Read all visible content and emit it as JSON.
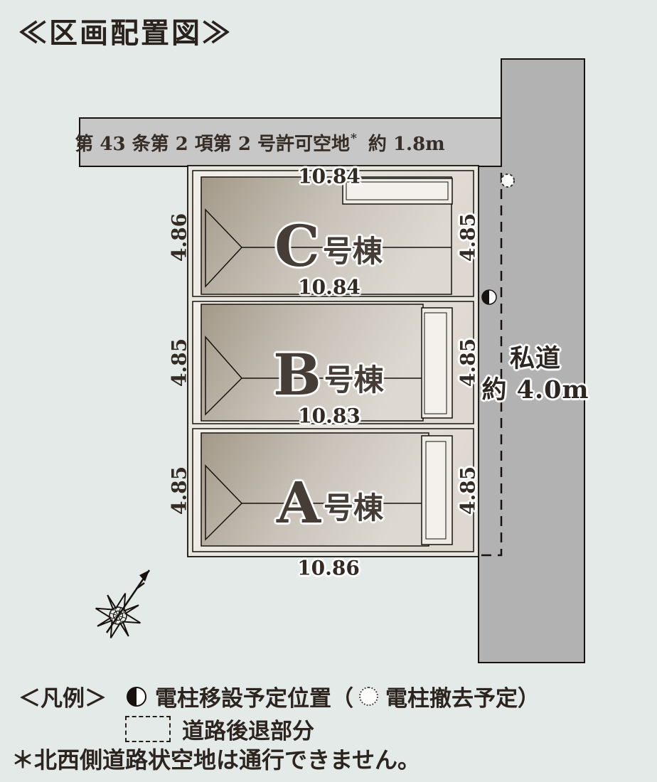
{
  "title": "≪区画配置図≫",
  "setback_strip": {
    "label_main": "第 43 条第 2 項第 2 号許可空地",
    "label_sup": "*",
    "label_width": "約 1.8m"
  },
  "road": {
    "name": "私道",
    "width_label": "約 4.0m"
  },
  "plots": [
    {
      "name": "C",
      "suffix": "号棟",
      "dim_top": "10.84",
      "dim_bottom": "10.84",
      "dim_left": "4.86",
      "dim_right": "4.85"
    },
    {
      "name": "B",
      "suffix": "号棟",
      "dim_bottom": "10.83",
      "dim_left": "4.85",
      "dim_right": "4.85"
    },
    {
      "name": "A",
      "suffix": "号棟",
      "dim_bottom": "10.86",
      "dim_left": "4.85",
      "dim_right": "4.85"
    }
  ],
  "legend": {
    "heading": "＜凡例＞",
    "pole_relocation_label": "電柱移設予定位置（",
    "pole_removal_label": "電柱撤去予定）",
    "setback_label": "道路後退部分"
  },
  "footnote": "＊北西側道路状空地は通行できません。",
  "icons": {
    "pole_relocation": "half-filled-circle",
    "pole_removal": "dotted-circle",
    "road_setback": "dashed-rect",
    "compass": "compass-rose-arrow"
  },
  "colors": {
    "background": "#e4eae8",
    "road": "#b2b2b2",
    "allowance_strip": "#c7c7c7",
    "parcel": "#e9e5df",
    "roof_dark": "#a69c8f",
    "roof_light": "#dcd7d0",
    "line": "#17120e",
    "text": "#332a23"
  }
}
